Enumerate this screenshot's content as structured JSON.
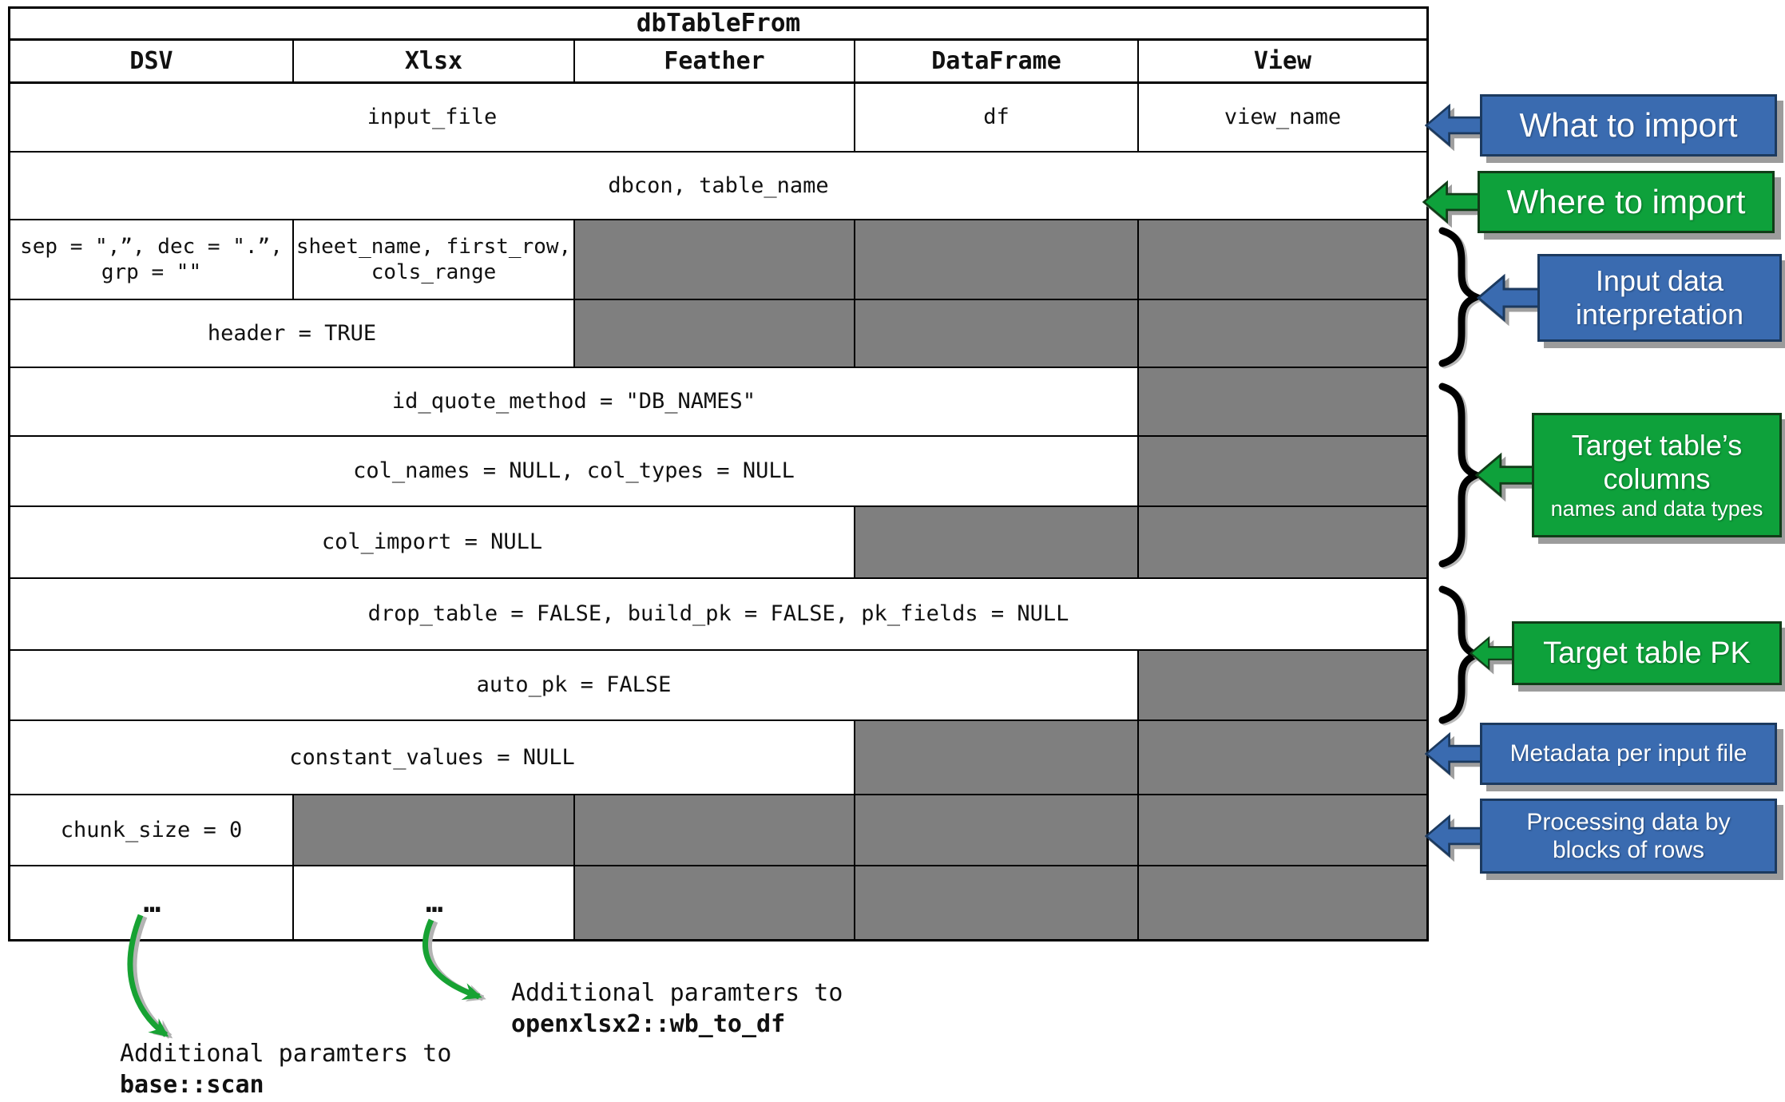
{
  "title": "dbTableFrom",
  "columns": [
    "DSV",
    "Xlsx",
    "Feather",
    "DataFrame",
    "View"
  ],
  "table_rows": [
    {
      "name": "input-file",
      "cells": [
        {
          "text": "input_file",
          "span": 3
        },
        {
          "text": "df",
          "span": 1
        },
        {
          "text": "view_name",
          "span": 1
        }
      ]
    },
    {
      "name": "dbcon-table-name",
      "cells": [
        {
          "text": "dbcon, table_name",
          "span": 5
        }
      ]
    },
    {
      "name": "format-interpretation",
      "cells": [
        {
          "text": "sep = \",”, dec = \".”,\ngrp = \"\"",
          "span": 1,
          "small": true
        },
        {
          "text": "sheet_name, first_row,\ncols_range",
          "span": 1,
          "small": true
        },
        {
          "gray": true
        },
        {
          "gray": true
        },
        {
          "gray": true
        }
      ]
    },
    {
      "name": "header-true",
      "cells": [
        {
          "text": "header = TRUE",
          "span": 2
        },
        {
          "gray": true
        },
        {
          "gray": true
        },
        {
          "gray": true
        }
      ]
    },
    {
      "name": "id-quote-method",
      "cells": [
        {
          "text": "id_quote_method = \"DB_NAMES\"",
          "span": 4
        },
        {
          "gray": true
        }
      ]
    },
    {
      "name": "col-names-types",
      "cells": [
        {
          "text": "col_names = NULL, col_types = NULL",
          "span": 4
        },
        {
          "gray": true
        }
      ]
    },
    {
      "name": "col-import",
      "cells": [
        {
          "text": "col_import = NULL",
          "span": 3
        },
        {
          "gray": true
        },
        {
          "gray": true
        }
      ]
    },
    {
      "name": "drop-table-pk",
      "cells": [
        {
          "text": "drop_table = FALSE, build_pk = FALSE, pk_fields = NULL",
          "span": 5
        }
      ]
    },
    {
      "name": "auto-pk",
      "cells": [
        {
          "text": "auto_pk = FALSE",
          "span": 4
        },
        {
          "gray": true
        }
      ]
    },
    {
      "name": "constant-values",
      "cells": [
        {
          "text": "constant_values = NULL",
          "span": 3
        },
        {
          "gray": true
        },
        {
          "gray": true
        }
      ]
    },
    {
      "name": "chunk-size",
      "cells": [
        {
          "text": "chunk_size = 0",
          "span": 1
        },
        {
          "gray": true
        },
        {
          "gray": true
        },
        {
          "gray": true
        },
        {
          "gray": true
        }
      ]
    },
    {
      "name": "additional-params",
      "cells": [
        {
          "text": "…",
          "span": 1,
          "dots": true
        },
        {
          "text": "…",
          "span": 1,
          "dots": true
        },
        {
          "gray": true
        },
        {
          "gray": true
        },
        {
          "gray": true
        }
      ]
    }
  ],
  "callouts": [
    {
      "id": "what-to-import",
      "color": "blue",
      "lines": [
        "What to import"
      ]
    },
    {
      "id": "where-to-import",
      "color": "green",
      "lines": [
        "Where to import"
      ]
    },
    {
      "id": "input-data-interpretation",
      "color": "blue",
      "lines": [
        "Input data",
        "interpretation"
      ]
    },
    {
      "id": "target-table-columns",
      "color": "green",
      "lines": [
        "Target table’s",
        "columns"
      ],
      "sub": "names and data types"
    },
    {
      "id": "target-table-pk",
      "color": "green",
      "lines": [
        "Target table PK"
      ]
    },
    {
      "id": "metadata-per-input-file",
      "color": "blue",
      "lines": [
        "Metadata per input file"
      ]
    },
    {
      "id": "processing-by-blocks",
      "color": "blue",
      "lines": [
        "Processing data by",
        "blocks of rows"
      ]
    }
  ],
  "notes": [
    {
      "id": "dsv-extra-params",
      "line1": "Additional paramters to",
      "line2": "base::scan"
    },
    {
      "id": "xlsx-extra-params",
      "line1": "Additional paramters to",
      "line2": "openxlsx2::wb_to_df"
    }
  ],
  "colors": {
    "blue": "#3a6bb0",
    "blue_border": "#1c3a5f",
    "green": "#0ea13b",
    "green_border": "#113d18",
    "gray_cell": "#7f7f7f",
    "arrow_green": "#17a233",
    "shadow": "#9c9c9c"
  }
}
